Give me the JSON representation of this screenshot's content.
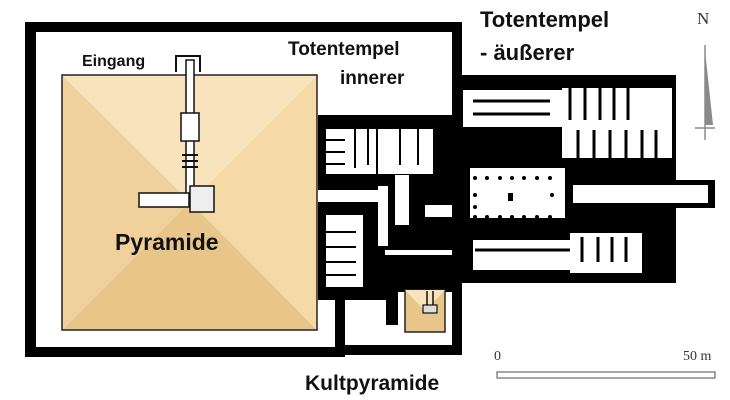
{
  "labels": {
    "entrance": "Eingang",
    "inner_temple_1": "Totentempel",
    "inner_temple_2": "innerer",
    "outer_temple_1": "Totentempel",
    "outer_temple_2": "- äußerer",
    "pyramid": "Pyramide",
    "cult_pyramid": "Kultpyramide",
    "north": "N"
  },
  "scale": {
    "start": "0",
    "end": "50 m"
  },
  "colors": {
    "pyramid_light": "#f8e3bd",
    "pyramid_mid": "#f1d39e",
    "pyramid_dark": "#e8c68a",
    "wall": "#000000",
    "arrow": "#8a8a8a"
  }
}
